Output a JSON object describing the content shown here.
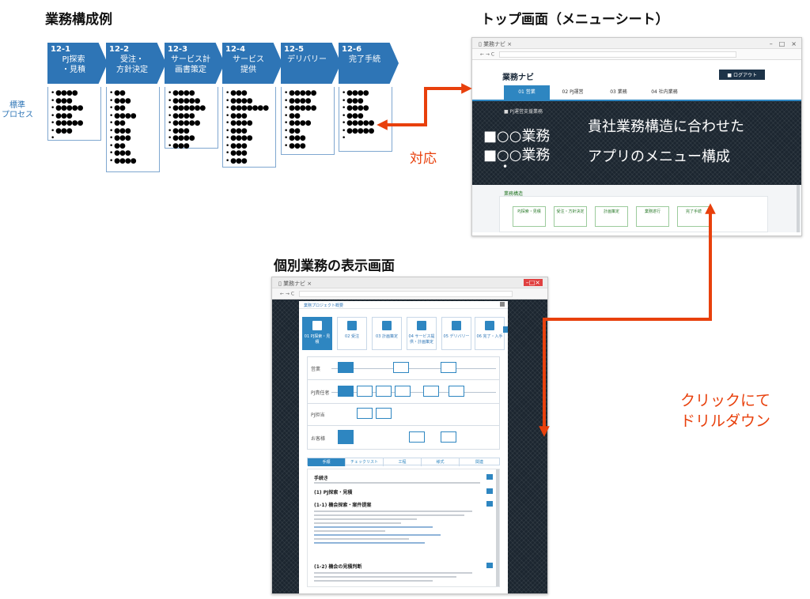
{
  "left": {
    "heading": "業務構成例",
    "side_label": "標準\nプロセス",
    "steps": [
      {
        "num": "12-1",
        "label": "PJ探索\n・見積"
      },
      {
        "num": "12-2",
        "label": "受注・\n方針決定"
      },
      {
        "num": "12-3",
        "label": "サービス計\n画書策定"
      },
      {
        "num": "12-4",
        "label": "サービス\n提供"
      },
      {
        "num": "12-5",
        "label": "デリバリー"
      },
      {
        "num": "12-6",
        "label": "完了手続"
      }
    ]
  },
  "top_screen": {
    "heading": "トップ画面（メニューシート）",
    "app_name": "業務ナビ",
    "logout_label": "■ ログアウト",
    "tabs": [
      "01 営業",
      "02 PJ運営",
      "03 業務",
      "04 社内業務"
    ],
    "panel_title": "PJ運営支援業務",
    "bullets": [
      "■○○業務",
      "■○○業務",
      "•"
    ],
    "overlay_line1": "貴社業務構造に合わせた",
    "overlay_line2": "アプリのメニュー構成",
    "section_label": "業務構造",
    "cards": [
      "PJ探索・見積",
      "受注・方針決定",
      "計画策定",
      "業務遂行",
      "完了手続"
    ]
  },
  "detail_screen": {
    "heading": "個別業務の表示画面",
    "tab_title": "業務ナビ",
    "modal_title": "業務プロジェクト概要",
    "steps": [
      "01 PJ探索・見積",
      "02 受注",
      "03 計画策定",
      "04 サービス提供・計画策定",
      "05 デリバリー",
      "06 完了・入手"
    ],
    "lanes": [
      "営業",
      "PJ責任者",
      "PJ担当",
      "お客様"
    ],
    "doc_tabs": [
      "手順",
      "チェックリスト",
      "工程",
      "様式",
      "関連"
    ],
    "doc_h1": "手続き",
    "doc_h2": "(1) PJ探索・見積",
    "doc_h3": "(1-1) 機会探索・案件提案",
    "doc_h4": "(1-2) 機会の見積判断"
  },
  "annotations": {
    "correspond": "対応",
    "click_line1": "クリックにて",
    "click_line2": "ドリルダウン"
  },
  "colors": {
    "process_blue": "#2e75b6",
    "arrow_red": "#e8400c",
    "nav_dark": "#1c2630"
  }
}
